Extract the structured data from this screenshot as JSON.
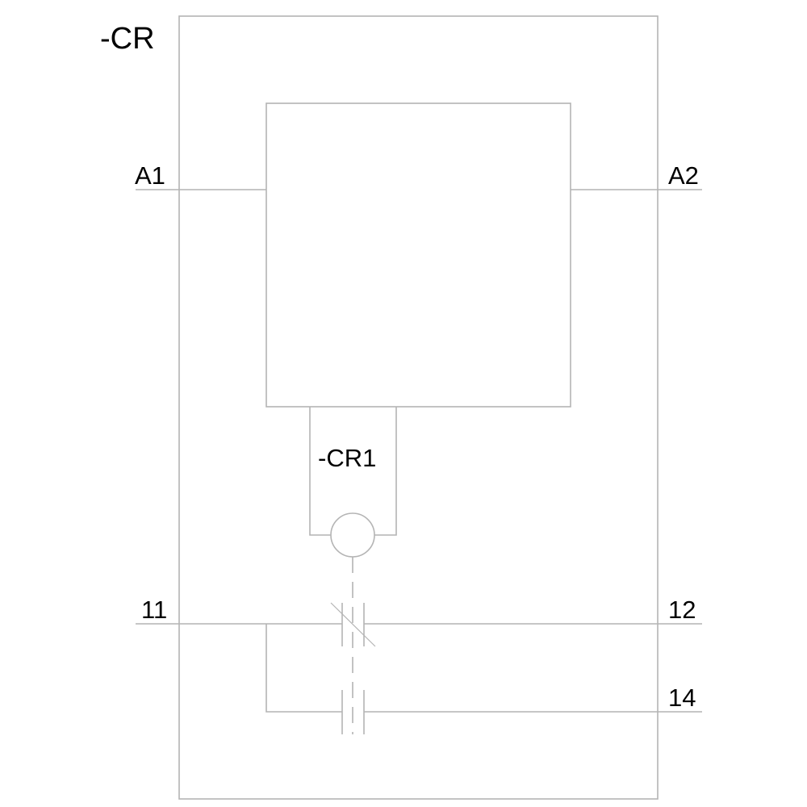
{
  "diagram": {
    "type": "relay-schematic",
    "device_label": "-CR",
    "coil": {
      "terminal_left": "A1",
      "terminal_right": "A2"
    },
    "contact_block": {
      "label": "-CR1"
    },
    "contacts": {
      "common_terminal": "11",
      "normally_closed_terminal": "12",
      "normally_open_terminal": "14"
    },
    "colors": {
      "line": "#b4b4b4",
      "text": "#000000",
      "background": "#ffffff"
    }
  }
}
